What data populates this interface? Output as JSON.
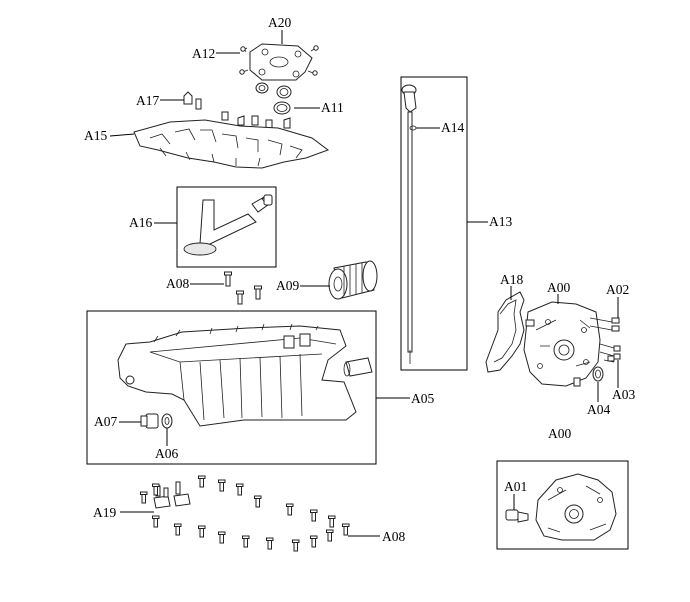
{
  "labels": {
    "A20": "A20",
    "A12": "A12",
    "A17": "A17",
    "A11": "A11",
    "A15": "A15",
    "A14": "A14",
    "A13": "A13",
    "A16": "A16",
    "A08_top": "A08",
    "A09": "A09",
    "A18": "A18",
    "A00_main": "A00",
    "A02": "A02",
    "A03": "A03",
    "A04": "A04",
    "A05": "A05",
    "A07": "A07",
    "A06": "A06",
    "A00_detail": "A00",
    "A01": "A01",
    "A19": "A19",
    "A08_bottom": "A08"
  }
}
